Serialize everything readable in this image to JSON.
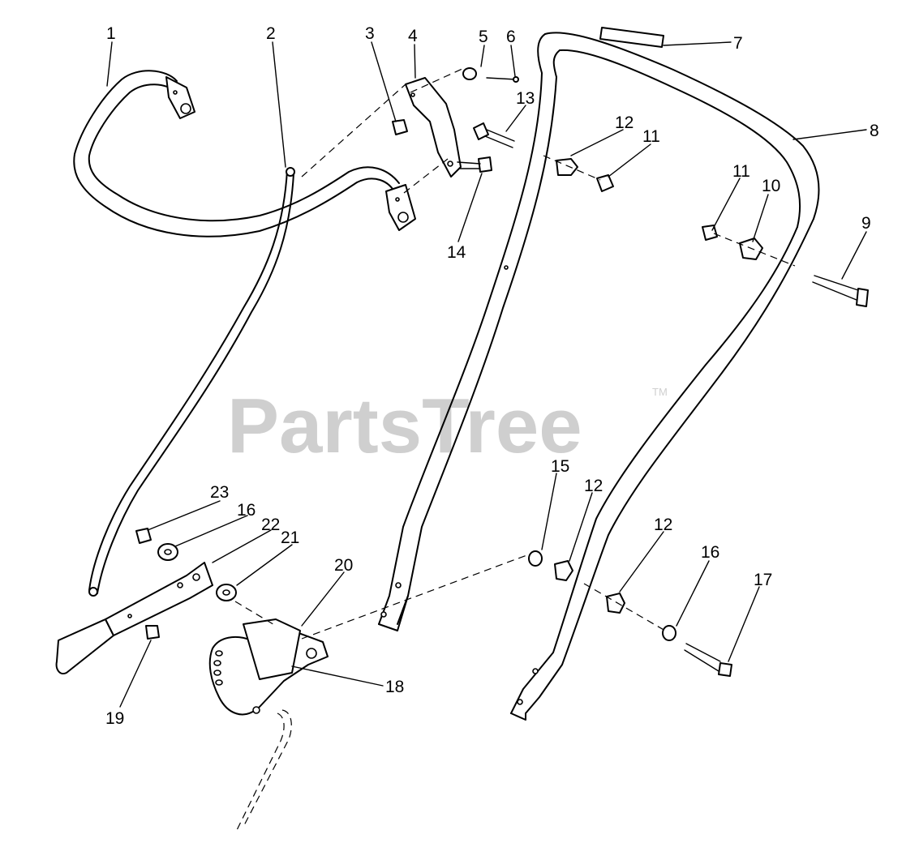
{
  "watermark": {
    "text": "PartsTree",
    "mark": "TM"
  },
  "part_callouts": [
    "1",
    "2",
    "3",
    "4",
    "5",
    "6",
    "7",
    "8",
    "9",
    "10",
    "11",
    "11",
    "12",
    "12",
    "12",
    "13",
    "14",
    "15",
    "16",
    "16",
    "17",
    "18",
    "19",
    "20",
    "21",
    "22",
    "23"
  ]
}
